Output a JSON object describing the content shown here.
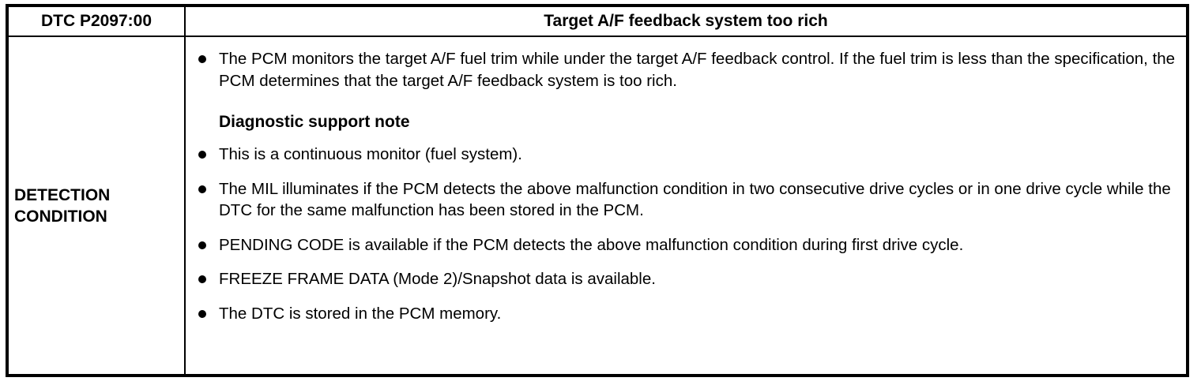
{
  "table": {
    "header": {
      "dtc_code": "DTC P2097:00",
      "title": "Target A/F feedback system too rich"
    },
    "row_label": {
      "line1": "DETECTION",
      "line2": "CONDITION"
    },
    "content": {
      "bullets_before_note": [
        "The PCM monitors the target A/F fuel trim while under the target A/F feedback control. If the fuel trim is less than the specification, the PCM determines that the target A/F feedback system is too rich."
      ],
      "note_heading": "Diagnostic support note",
      "bullets_after_note": [
        "This is a continuous monitor (fuel system).",
        "The MIL illuminates if the PCM detects the above malfunction condition in two consecutive drive cycles or in one drive cycle while the DTC for the same malfunction has been stored in the PCM.",
        "PENDING CODE is available if the PCM detects the above malfunction condition during first drive cycle.",
        "FREEZE FRAME DATA (Mode 2)/Snapshot data is available.",
        "The DTC is stored in the PCM memory."
      ]
    }
  },
  "colors": {
    "border": "#000000",
    "text": "#000000",
    "background": "#ffffff"
  }
}
